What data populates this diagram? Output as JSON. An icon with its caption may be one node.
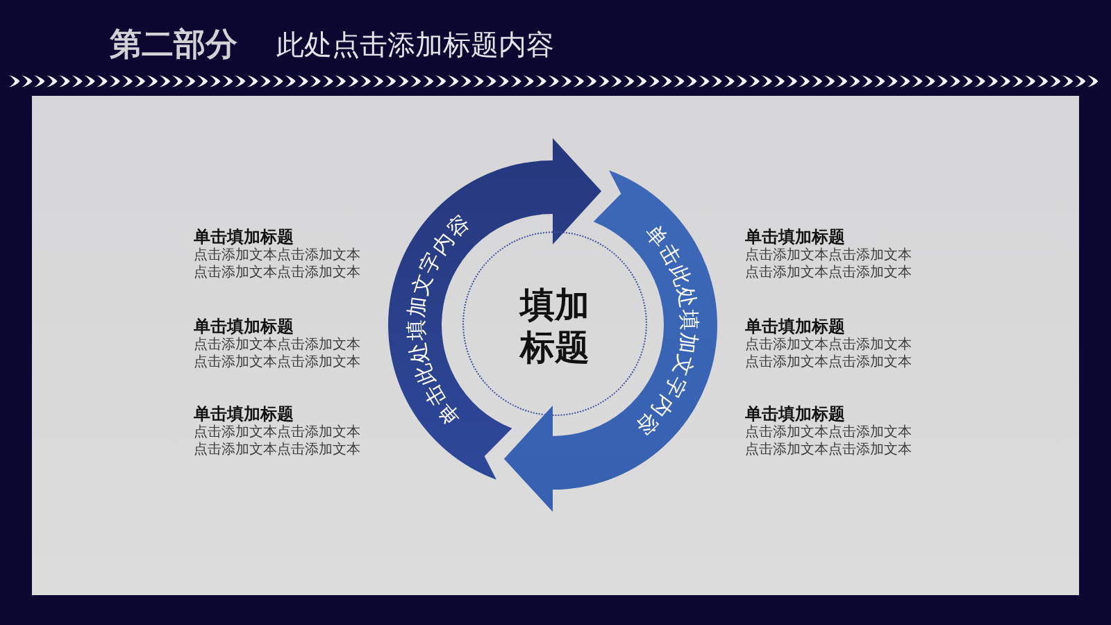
{
  "diagram": {
    "title": "此处点击添加标题内容",
    "nodes": [
      {
        "text": [
          "单击此处填加文字内容"
        ]
      },
      {
        "text": [
          "填加标题"
        ]
      },
      {
        "text": [
          "单击此处填加文字内容"
        ]
      }
    ],
    "labels": [
      "第二部分",
      "单击填加标题",
      "点击添加文本点击添加文本点击添加文本点击添加文本",
      "单击填加标题",
      "点击添加文本点击添加文本点击添加文本点击添加文本",
      "单击填加标题",
      "点击添加文本点击添加文本点击添加文本点击添加文本",
      "单击填加标题",
      "点击添加文本点击添加文本点击添加文本点击添加文本",
      "单击填加标题",
      "点击添加文本点击添加文本点击添加文本点击添加文本",
      "单击填加标题",
      "点击添加文本点击添加文本点击添加文本点击添加文本"
    ]
  }
}
